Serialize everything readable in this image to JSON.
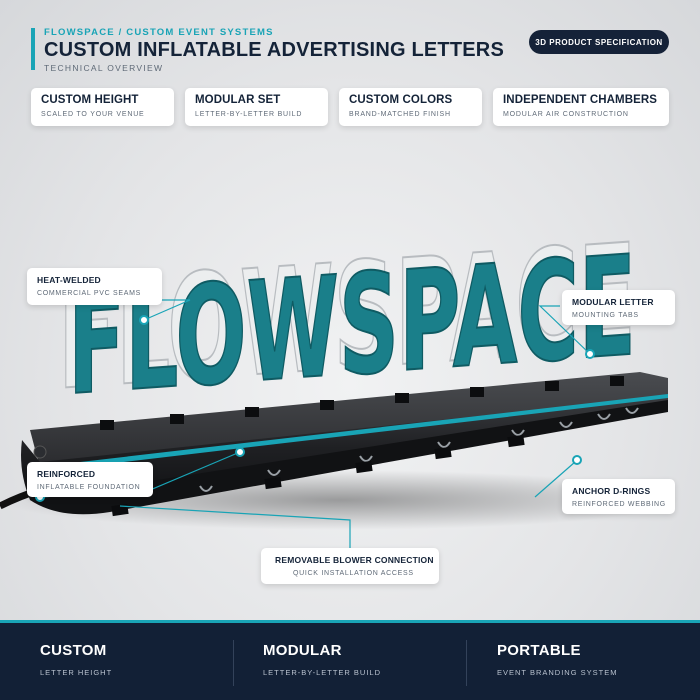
{
  "header": {
    "kicker": "FLOWSPACE / CUSTOM EVENT SYSTEMS",
    "title": "CUSTOM INFLATABLE ADVERTISING LETTERS",
    "subtitle": "TECHNICAL OVERVIEW",
    "badge": "3D PRODUCT SPECIFICATION"
  },
  "features": [
    {
      "title": "CUSTOM HEIGHT",
      "subtitle": "SCALED TO YOUR VENUE"
    },
    {
      "title": "MODULAR SET",
      "subtitle": "LETTER-BY-LETTER BUILD"
    },
    {
      "title": "CUSTOM COLORS",
      "subtitle": "BRAND-MATCHED FINISH"
    },
    {
      "title": "INDEPENDENT CHAMBERS",
      "subtitle": "MODULAR AIR CONSTRUCTION"
    }
  ],
  "product": {
    "letters": "FLOWSPACE"
  },
  "callouts": {
    "heat_welded": {
      "title": "HEAT-WELDED",
      "subtitle": "COMMERCIAL PVC SEAMS"
    },
    "modular_letter": {
      "title": "MODULAR LETTER",
      "subtitle": "MOUNTING TABS"
    },
    "reinforced": {
      "title": "REINFORCED",
      "subtitle": "INFLATABLE FOUNDATION"
    },
    "anchor": {
      "title": "ANCHOR D-RINGS",
      "subtitle": "REINFORCED WEBBING"
    },
    "blower": {
      "title": "REMOVABLE BLOWER CONNECTION",
      "subtitle": "QUICK INSTALLATION ACCESS"
    }
  },
  "footer": [
    {
      "title": "CUSTOM",
      "subtitle": "LETTER HEIGHT"
    },
    {
      "title": "MODULAR",
      "subtitle": "LETTER-BY-LETTER BUILD"
    },
    {
      "title": "PORTABLE",
      "subtitle": "EVENT BRANDING SYSTEM"
    }
  ],
  "colors": {
    "accent": "#19a4b6",
    "navy": "#122036",
    "letter_teal": "#1a7f8a",
    "letter_white": "#f4f5f6",
    "base_black": "#1c1d20"
  }
}
